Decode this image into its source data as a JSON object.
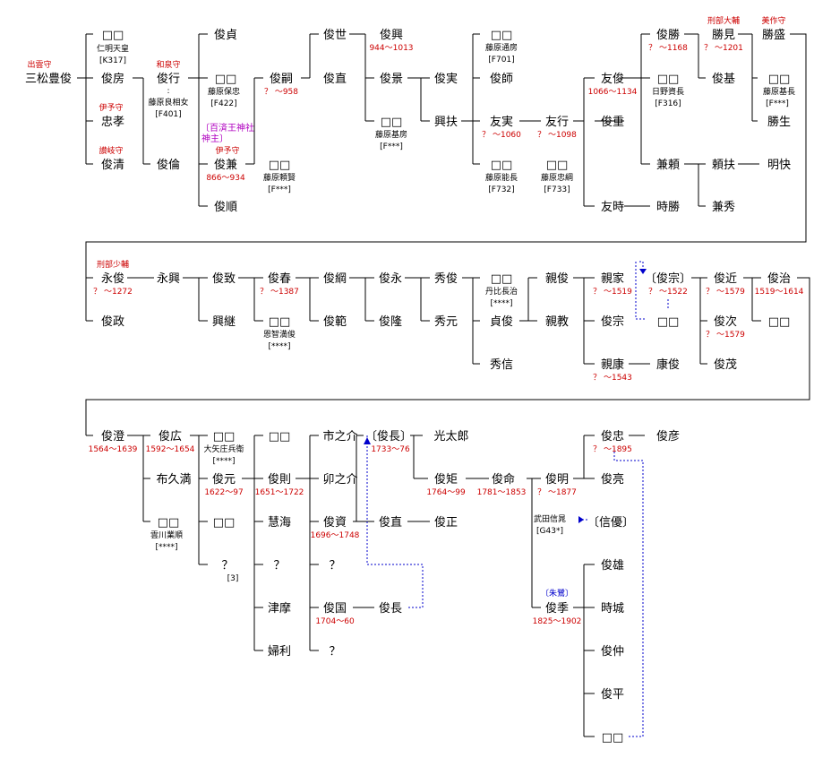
{
  "chart_title": "三松氏系図",
  "people": [
    {
      "id": "toshitoyo",
      "name": "三松豊俊",
      "title": "出雲守"
    },
    {
      "id": "unk_ninmyo",
      "name": "□□",
      "note": "仁明天皇",
      "code": "[K317]"
    },
    {
      "id": "toshifusa",
      "name": "俊房"
    },
    {
      "id": "tadataka",
      "name": "忠孝",
      "title": "伊予守"
    },
    {
      "id": "toshikiyo_a",
      "name": "俊清",
      "title": "讃岐守"
    },
    {
      "id": "toshiyuki",
      "name": "俊行",
      "title": "和泉守",
      "note": "藤原良相女",
      "code": "[F401]"
    },
    {
      "id": "toshimichi",
      "name": "俊倫"
    },
    {
      "id": "toshisada",
      "name": "俊貞"
    },
    {
      "id": "unk_yasutada",
      "name": "□□",
      "note": "藤原保忠",
      "code": "[F422]"
    },
    {
      "id": "toshikane",
      "name": "俊兼",
      "title": "伊予守",
      "title2": "〔百済王神社神主〕",
      "years": "866〜934"
    },
    {
      "id": "toshiyori",
      "name": "俊順"
    },
    {
      "id": "toshitsugu",
      "name": "俊嗣",
      "years": "？ 〜958"
    },
    {
      "id": "unk_yorikata",
      "name": "□□",
      "note": "藤原頼賢",
      "code": "[F***]"
    },
    {
      "id": "toshiyo",
      "name": "俊世"
    },
    {
      "id": "toshinao_a",
      "name": "俊直"
    },
    {
      "id": "toshioki",
      "name": "俊興",
      "years": "944〜1013"
    },
    {
      "id": "toshikage",
      "name": "俊景"
    },
    {
      "id": "unk_motofusa",
      "name": "□□",
      "note": "藤原基房",
      "code": "[F***]"
    },
    {
      "id": "toshizane",
      "name": "俊実"
    },
    {
      "id": "okisuke",
      "name": "興扶"
    },
    {
      "id": "unk_michifusa",
      "name": "□□",
      "note": "藤原通房",
      "code": "[F701]"
    },
    {
      "id": "toshimoro",
      "name": "俊師"
    },
    {
      "id": "tomozane",
      "name": "友実",
      "years": "？ 〜1060"
    },
    {
      "id": "unk_yoshinaga",
      "name": "□□",
      "note": "藤原能長",
      "code": "[F732]"
    },
    {
      "id": "tomoyuki",
      "name": "友行",
      "years": "？ 〜1098"
    },
    {
      "id": "unk_tadatsuna",
      "name": "□□",
      "note": "藤原忠綱",
      "code": "[F733]"
    },
    {
      "id": "tomotoshi",
      "name": "友俊",
      "years": "1066〜1134"
    },
    {
      "id": "toshishige",
      "name": "俊重"
    },
    {
      "id": "tomotoki",
      "name": "友時"
    },
    {
      "id": "toshikatsu",
      "name": "俊勝",
      "years": "？ 〜1168"
    },
    {
      "id": "unk_sukenaga",
      "name": "□□",
      "note": "日野資長",
      "code": "[F316]"
    },
    {
      "id": "kaneyori",
      "name": "兼頼"
    },
    {
      "id": "tokikatsu",
      "name": "時勝"
    },
    {
      "id": "katsumi",
      "name": "勝見",
      "title": "刑部大輔",
      "years": "？ 〜1201"
    },
    {
      "id": "toshimoto",
      "name": "俊基"
    },
    {
      "id": "yorisuke",
      "name": "頼扶"
    },
    {
      "id": "kanehide",
      "name": "兼秀"
    },
    {
      "id": "katsumori",
      "name": "勝盛",
      "title": "美作守"
    },
    {
      "id": "unk_motonaga",
      "name": "□□",
      "note": "藤原基長",
      "code": "[F***]"
    },
    {
      "id": "katsuo",
      "name": "勝生"
    },
    {
      "id": "myokai",
      "name": "明快"
    },
    {
      "id": "nagatoshi",
      "name": "永俊",
      "title": "刑部少輔",
      "years": "？ 〜1272"
    },
    {
      "id": "toshimasa",
      "name": "俊政"
    },
    {
      "id": "nagaoki",
      "name": "永興"
    },
    {
      "id": "toshimune_a",
      "name": "俊致"
    },
    {
      "id": "okitsugu",
      "name": "興継"
    },
    {
      "id": "toshiharu",
      "name": "俊春",
      "years": "？ 〜1387"
    },
    {
      "id": "unk_michitoshi",
      "name": "□□",
      "note": "恩智満俊",
      "code": "[****]"
    },
    {
      "id": "toshitsuna",
      "name": "俊綱"
    },
    {
      "id": "toshinori_a",
      "name": "俊範"
    },
    {
      "id": "toshinaga_a",
      "name": "俊永"
    },
    {
      "id": "toshitaka",
      "name": "俊隆"
    },
    {
      "id": "hidetoshi",
      "name": "秀俊"
    },
    {
      "id": "hidemoto",
      "name": "秀元"
    },
    {
      "id": "unk_nagaharu",
      "name": "□□",
      "note": "丹比長治",
      "code": "[****]"
    },
    {
      "id": "sadatoshi",
      "name": "貞俊"
    },
    {
      "id": "hidenobu",
      "name": "秀信"
    },
    {
      "id": "chikatoshi",
      "name": "親俊"
    },
    {
      "id": "chikanori",
      "name": "親教"
    },
    {
      "id": "chikaie",
      "name": "親家",
      "years": "？ 〜1519"
    },
    {
      "id": "toshimune_b",
      "name": "俊宗"
    },
    {
      "id": "chikayasu",
      "name": "親康",
      "years": "？ 〜1543"
    },
    {
      "id": "toshimune_c",
      "name": "〔俊宗〕",
      "years": "？ 〜1522"
    },
    {
      "id": "unk_child",
      "name": "□□"
    },
    {
      "id": "yasutoshi",
      "name": "康俊"
    },
    {
      "id": "toshichika",
      "name": "俊近",
      "years": "？ 〜1579"
    },
    {
      "id": "toshitsugu_b",
      "name": "俊次",
      "years": "？ 〜1579"
    },
    {
      "id": "toshishige_b",
      "name": "俊茂"
    },
    {
      "id": "toshiharu_b",
      "name": "俊治",
      "years": "1519〜1614"
    },
    {
      "id": "unk_son",
      "name": "□□"
    },
    {
      "id": "toshikiyo_b",
      "name": "俊澄",
      "years": "1564〜1639"
    },
    {
      "id": "toshihiro",
      "name": "俊広",
      "years": "1592〜1654"
    },
    {
      "id": "fukumitsu",
      "name": "布久満"
    },
    {
      "id": "unk_yoshinori",
      "name": "□□",
      "note": "雲川業順",
      "code": "[****]"
    },
    {
      "id": "unk_shohei",
      "name": "□□",
      "note": "大矢庄兵衛",
      "code": "[****]"
    },
    {
      "id": "toshimoto_b",
      "name": "俊元",
      "years": "1622〜97"
    },
    {
      "id": "unk_d1",
      "name": "□□"
    },
    {
      "id": "unknown_1",
      "name": "？",
      "code": "[3]"
    },
    {
      "id": "unk_d2",
      "name": "□□"
    },
    {
      "id": "toshinori_b",
      "name": "俊則",
      "years": "1651〜1722"
    },
    {
      "id": "ekai",
      "name": "慧海"
    },
    {
      "id": "unknown_2",
      "name": "？"
    },
    {
      "id": "tsuma",
      "name": "津摩"
    },
    {
      "id": "furi",
      "name": "婦利"
    },
    {
      "id": "ichinosuke",
      "name": "市之介"
    },
    {
      "id": "unosuke",
      "name": "卯之介"
    },
    {
      "id": "toshisuke",
      "name": "俊資",
      "years": "1696〜1748"
    },
    {
      "id": "unknown_3",
      "name": "？"
    },
    {
      "id": "toshikuni",
      "name": "俊国",
      "years": "1704〜60"
    },
    {
      "id": "unknown_4",
      "name": "？"
    },
    {
      "id": "toshinaga_b",
      "name": "〔俊長〕",
      "years": "1733〜76"
    },
    {
      "id": "toshinao_b",
      "name": "俊直"
    },
    {
      "id": "toshinaga_c",
      "name": "俊長"
    },
    {
      "id": "mitsutaro",
      "name": "光太郎"
    },
    {
      "id": "toshinori_c",
      "name": "俊矩",
      "years": "1764〜99"
    },
    {
      "id": "toshimasa_b",
      "name": "俊正"
    },
    {
      "id": "toshinobu",
      "name": "俊命",
      "years": "1781〜1853"
    },
    {
      "id": "toshiaki",
      "name": "俊明",
      "years": "？ 〜1877"
    },
    {
      "id": "unk_nobuaki",
      "name": "武田信晁",
      "code": "[G43*]"
    },
    {
      "id": "toshisue",
      "name": "俊季",
      "title": "〔朱鷺〕",
      "years": "1825〜1902"
    },
    {
      "id": "toshitada",
      "name": "俊忠",
      "years": "？ 〜1895"
    },
    {
      "id": "toshiaki_b",
      "name": "俊亮"
    },
    {
      "id": "nobuyasu",
      "name": "〔信優〕"
    },
    {
      "id": "toshio",
      "name": "俊雄"
    },
    {
      "id": "tokishiro",
      "name": "時城"
    },
    {
      "id": "toshinaka",
      "name": "俊仲"
    },
    {
      "id": "toshihira",
      "name": "俊平"
    },
    {
      "id": "unk_last",
      "name": "□□"
    },
    {
      "id": "toshihiko",
      "name": "俊彦"
    }
  ]
}
